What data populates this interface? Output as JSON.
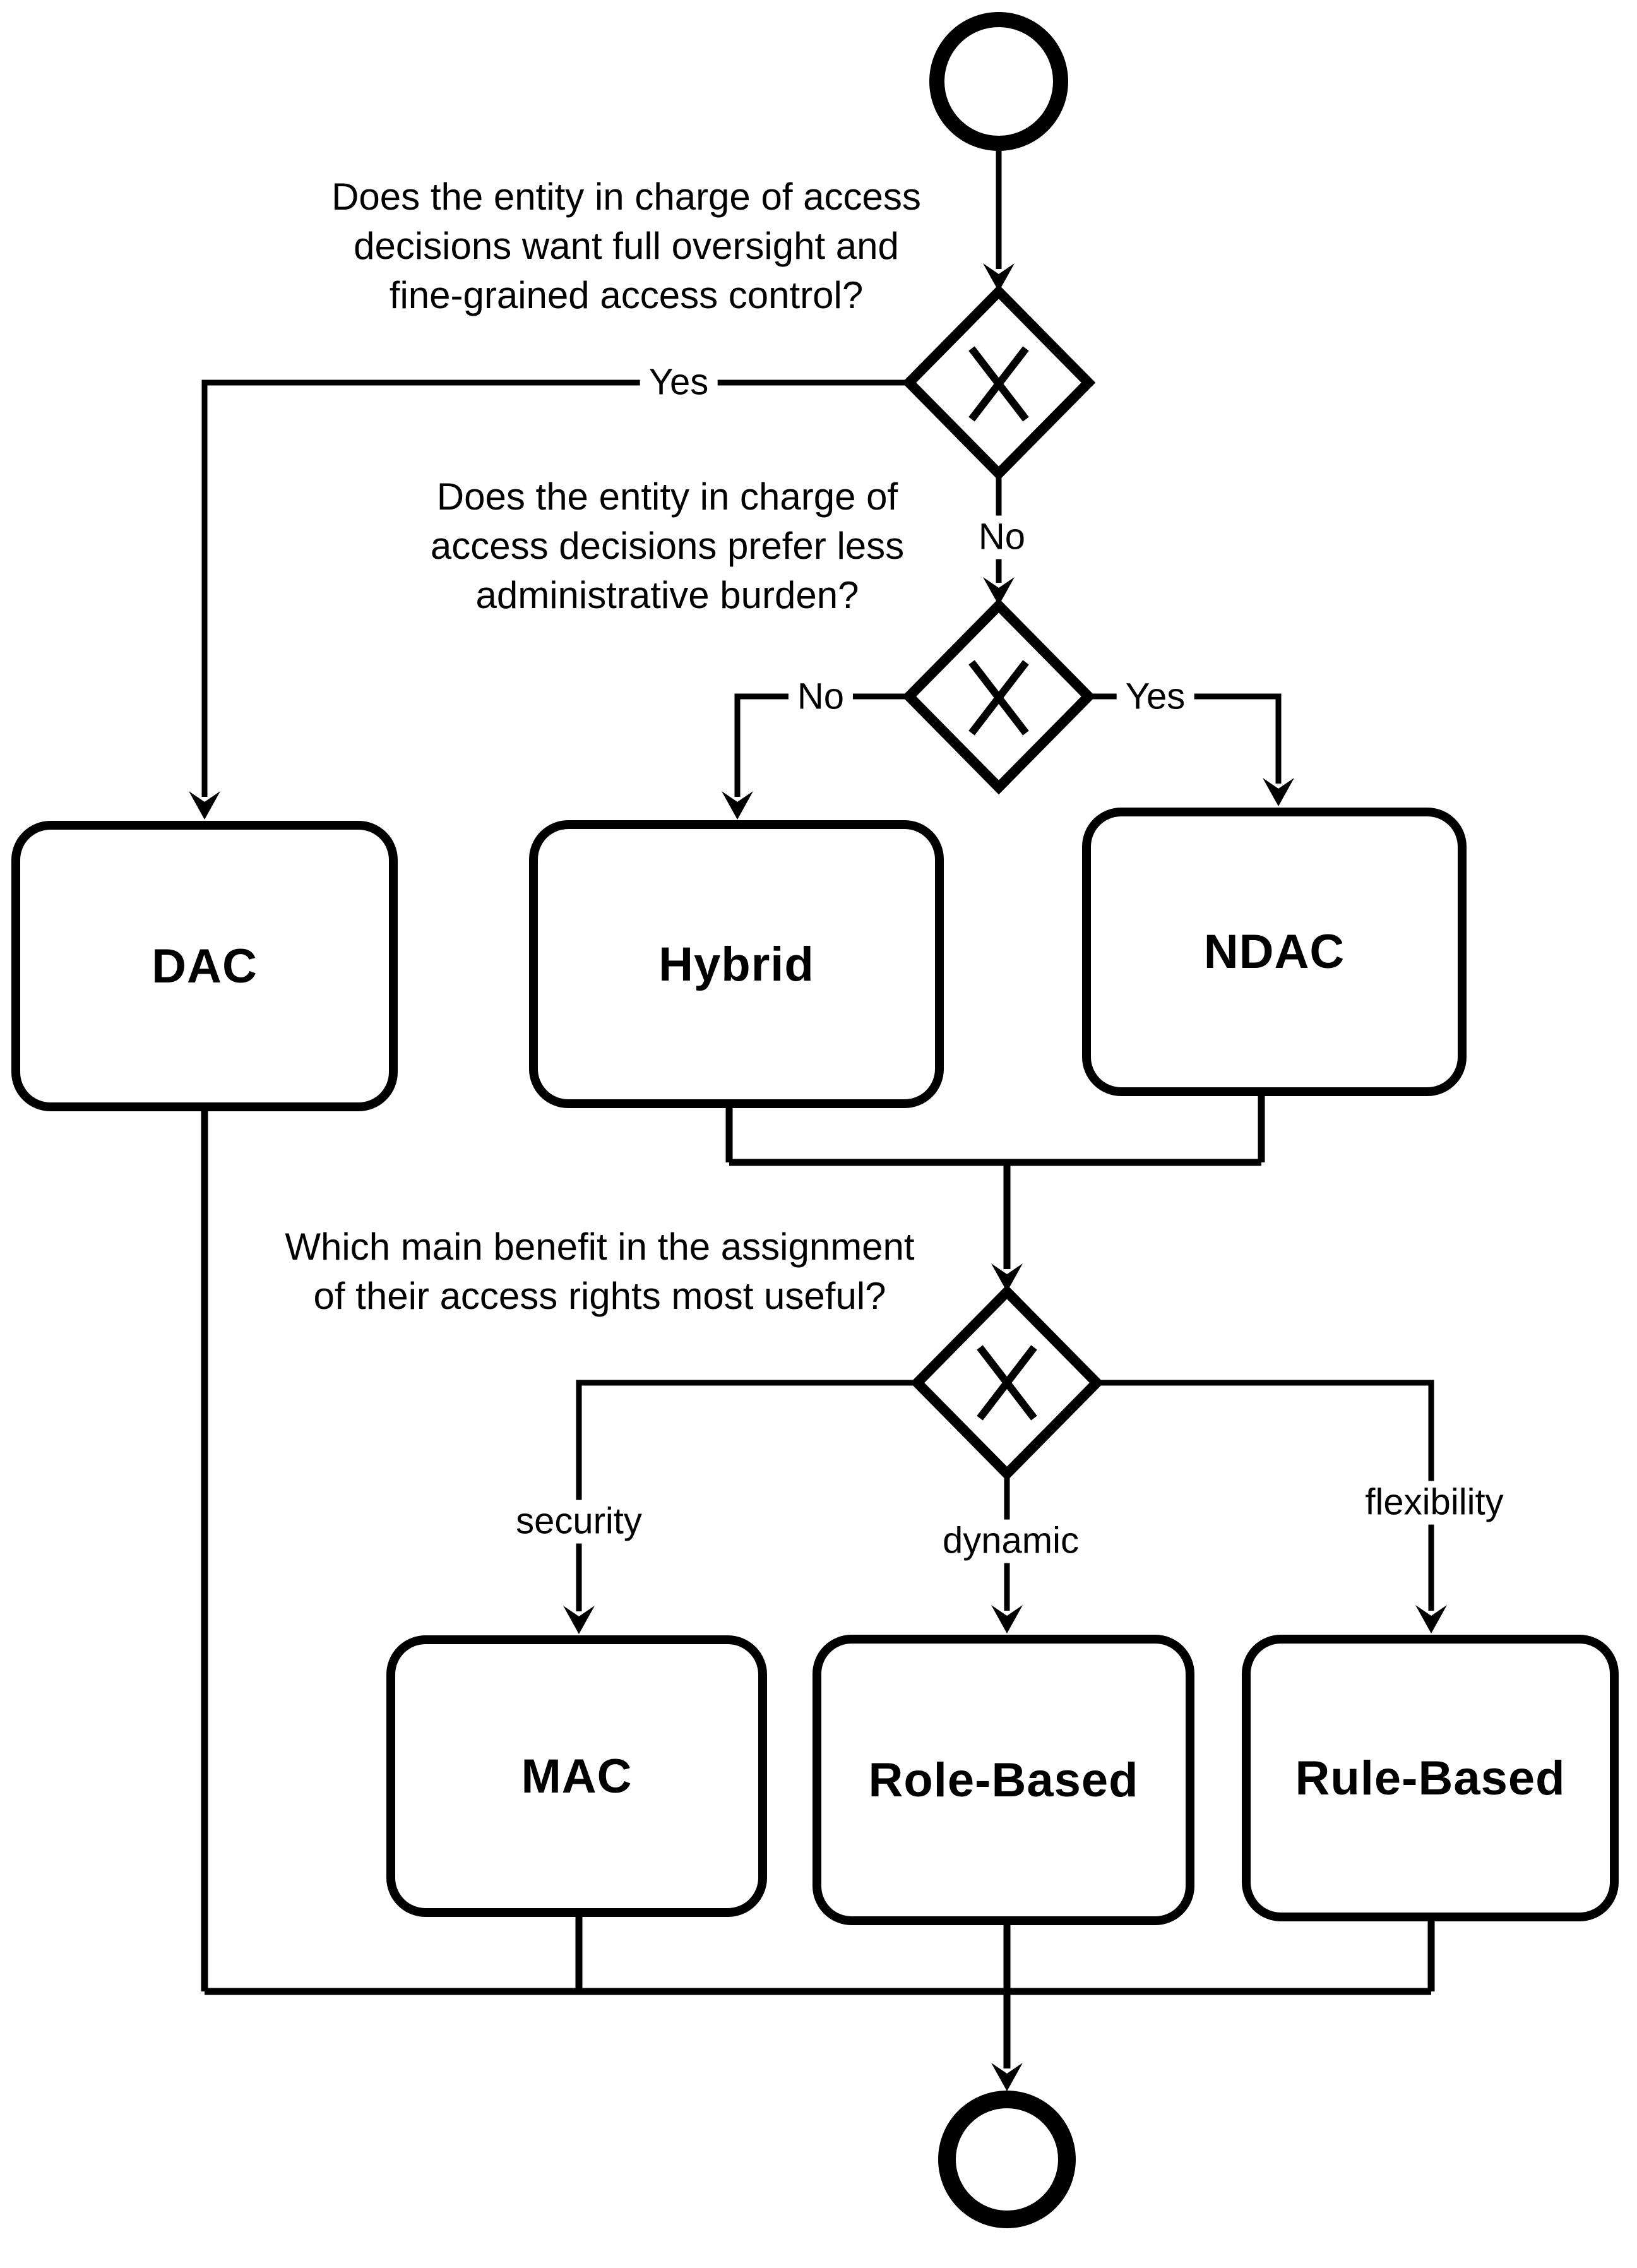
{
  "flowchart": {
    "background_color": "#ffffff",
    "stroke_color": "#000000",
    "questions": {
      "q1": "Does the entity in charge of access\ndecisions want full oversight and\nfine-grained access control?",
      "q2": "Does the entity in charge of\naccess decisions prefer less\nadministrative burden?",
      "q3": "Which main benefit in the assignment\nof their access rights most useful?"
    },
    "branch_labels": {
      "q1_yes": "Yes",
      "q1_no": "No",
      "q2_no": "No",
      "q2_yes": "Yes",
      "q3_security": "security",
      "q3_dynamic": "dynamic",
      "q3_flexibility": "flexibility"
    },
    "nodes": {
      "dac": "DAC",
      "hybrid": "Hybrid",
      "ndac": "NDAC",
      "mac": "MAC",
      "role_based": "Role-Based",
      "rule_based": "Rule-Based"
    }
  }
}
